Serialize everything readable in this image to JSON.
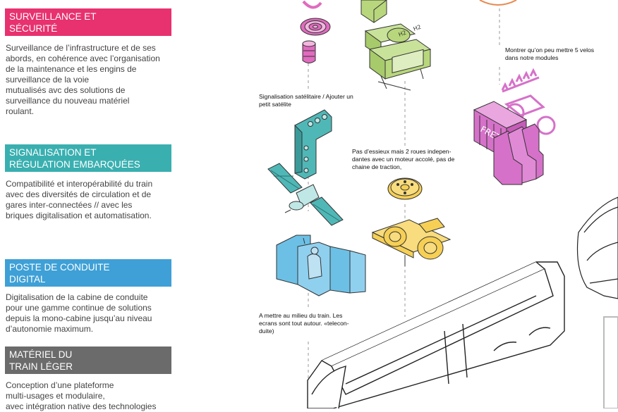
{
  "colors": {
    "surveillance": "#e8316f",
    "signalisation": "#3aafb0",
    "poste": "#3ea0d6",
    "materiel": "#6b6b6b",
    "icon_pink": "#e06bbf",
    "icon_green": "#b8d77c",
    "icon_teal": "#4fb8b7",
    "icon_blue": "#6cc0e6",
    "icon_yellow": "#f6cf55",
    "icon_magenta": "#d671c9"
  },
  "sections": {
    "surveillance": {
      "title_lines": [
        "SURVEILLANCE ET",
        "SÉCURITÉ"
      ],
      "body_lines": [
        "Surveillance de l’infrastructure et de ses",
        "abords, en cohérence avec l’organisation",
        "de la maintenance et les engins de",
        "surveillance de la voie",
        "mutualisés avc des solutions de",
        "surveillance du nouveau matériel",
        "roulant."
      ]
    },
    "signalisation": {
      "title_lines": [
        "SIGNALISATION ET",
        "RÉGULATION EMBARQUÉES"
      ],
      "body_lines": [
        "Compatibilité et interopérabilité du train",
        "avec des diversités de circulation et de",
        "gares inter-connectées // avec les",
        "briques digitalisation et automatisation."
      ]
    },
    "poste": {
      "title_lines": [
        "POSTE DE CONDUITE",
        "DIGITAL"
      ],
      "body_lines": [
        "Digitalisation de la cabine de conduite",
        "pour une gamme continue de solutions",
        "depuis la mono-cabine jusqu’au niveau",
        "d’autonomie maximum."
      ]
    },
    "materiel": {
      "title_lines": [
        "MATÉRIEL DU",
        "TRAIN LÉGER"
      ],
      "body_lines": [
        "Conception d’une plateforme",
        "multi-usages et modulaire,",
        "avec intégration native des technologies"
      ]
    }
  },
  "annotations": {
    "velos": [
      "Montrer qu’on peu mettre 5 velos",
      "dans notre modules"
    ],
    "satellite": [
      "Signalisation satélitaire / Ajouter un",
      "petit satélite"
    ],
    "essieux": [
      "Pas d’essieux mais 2 roues indepen-",
      "dantes avec un moteur accolé, pas de",
      "chaine de traction,"
    ],
    "milieu": [
      "A mettre au milieu du train. Les",
      "ecrans sont tout autour. «telecon-",
      "duite)"
    ]
  },
  "labels": {
    "fret": "FRET",
    "h2_a": "H2",
    "h2_b": "H2"
  }
}
